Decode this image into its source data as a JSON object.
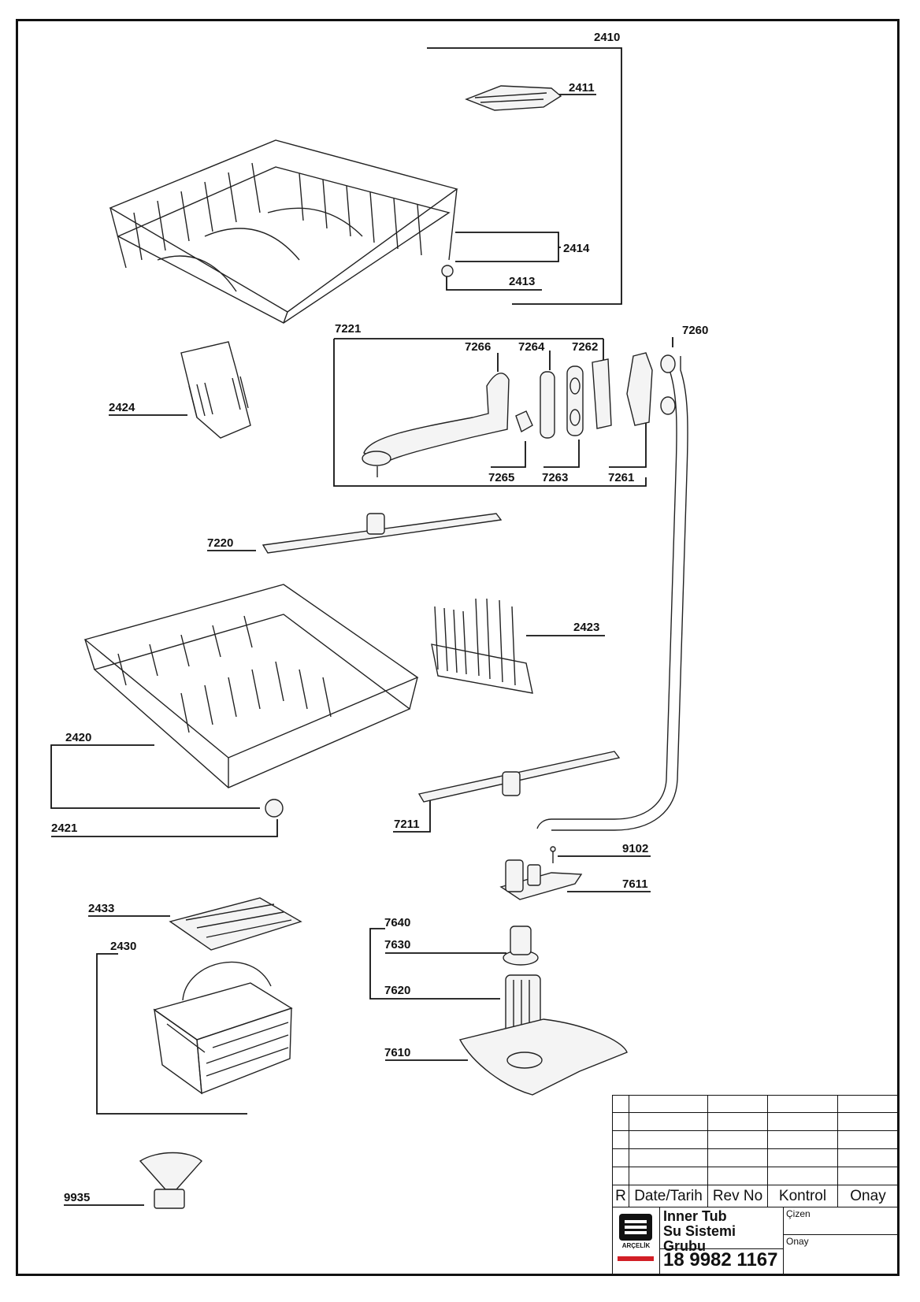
{
  "labels": {
    "p2410": "2410",
    "p2411": "2411",
    "p2414": "2414",
    "p2413": "2413",
    "p7221": "7221",
    "p7266": "7266",
    "p7264": "7264",
    "p7262": "7262",
    "p7260": "7260",
    "p2424": "2424",
    "p7265": "7265",
    "p7263": "7263",
    "p7261": "7261",
    "p7220": "7220",
    "p2423": "2423",
    "p2420": "2420",
    "p2421": "2421",
    "p7211": "7211",
    "p9102": "9102",
    "p7611": "7611",
    "p2433": "2433",
    "p2430": "2430",
    "p7640": "7640",
    "p7630": "7630",
    "p7620": "7620",
    "p7610": "7610",
    "p9935": "9935"
  },
  "title_block": {
    "header": {
      "r": "R",
      "date": "Date/Tarih",
      "rev": "Rev No",
      "kontrol": "Kontrol",
      "onay": "Onay"
    },
    "title_line1": "Inner Tub",
    "title_line2": "Su Sistemi Grubu",
    "doc_number": "18 9982 1167",
    "cizen": "Çizen",
    "onay_small": "Onay",
    "logo_text": "ARÇELİK",
    "brand_color": "#d21f26"
  }
}
